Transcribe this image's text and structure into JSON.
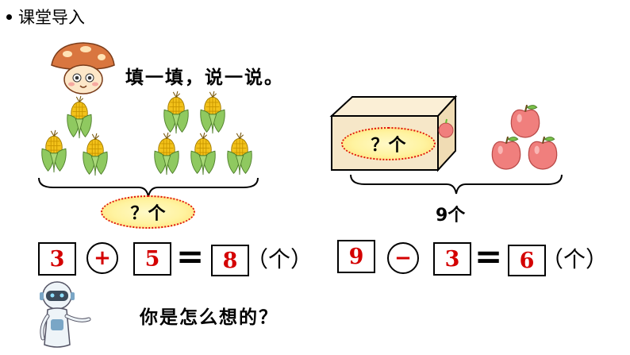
{
  "header": {
    "title": "课堂导入"
  },
  "instruction": "填一填，说一说。",
  "left_group": {
    "question_label": "？个",
    "equation": {
      "a": "3",
      "op": "+",
      "b": "5",
      "eq": "=",
      "result": "8",
      "unit": "（个）"
    }
  },
  "right_group": {
    "box_label": "？个",
    "total_label": "9个",
    "equation": {
      "a": "9",
      "op": "−",
      "b": "3",
      "eq": "=",
      "result": "6",
      "unit": "（个）"
    }
  },
  "prompt": "你是怎么想的？",
  "colors": {
    "answer_red": "#d40000",
    "corn_green": "#8fc960",
    "corn_yellow": "#f3c21a",
    "apple_red": "#f07f7d",
    "box_tan": "#f6e7c8"
  },
  "icons": [
    "mushroom-mascot-icon",
    "corn-icon",
    "box-icon",
    "apple-icon",
    "robot-mascot-icon"
  ]
}
